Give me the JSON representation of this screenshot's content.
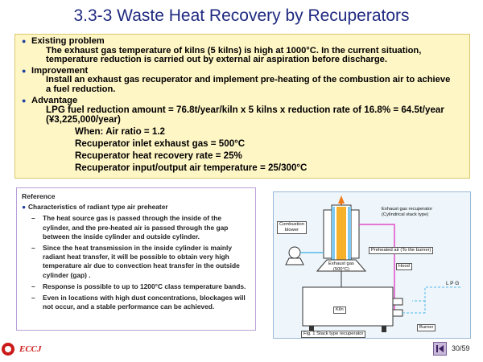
{
  "title": "3.3-3  Waste Heat Recovery by Recuperators",
  "sections": {
    "existing": {
      "heading": "Existing problem",
      "line1": "The exhaust gas temperature of kilns (5 kilns) is high at 1000°C. In the current situation,",
      "line2": "temperature reduction is carried out by external air aspiration before discharge."
    },
    "improvement": {
      "heading": "Improvement",
      "line1": "Install an exhaust gas recuperator and implement pre-heating of the combustion air to achieve",
      "line2": "a fuel reduction."
    },
    "advantage": {
      "heading": "Advantage",
      "line1": "LPG fuel reduction amount = 76.8t/year/kiln x 5 kilns x reduction rate of 16.8% = 64.5t/year",
      "line2": "(¥3,225,000/year)",
      "cond1": "When: Air ratio = 1.2",
      "cond2": "Recuperator inlet exhaust gas = 500°C",
      "cond3": "Recuperator heat recovery rate = 25%",
      "cond4": "Recuperator input/output air temperature = 25/300°C"
    }
  },
  "reference": {
    "heading": "Reference",
    "bullet": "Characteristics of radiant type air preheater",
    "items": [
      "The heat source gas is passed through the inside of the cylinder, and the pre-heated air is passed through the gap between the inside cylinder and outside cylinder.",
      "Since the heat transmission in the inside cylinder is mainly radiant heat transfer, it will be possible to obtain very high temperature air due to convection heat transfer in the outside cylinder (gap) .",
      "Response is possible to up to 1200°C class temperature bands.",
      "Even in locations with high dust concentrations, blockages will not occur, and a stable performance can be achieved."
    ]
  },
  "diagram": {
    "exhaust_recup": "Exhaust gas recuperator",
    "exhaust_recup2": "(Cylindrical stack type)",
    "combustion": "Combustion",
    "blower": "blower",
    "preheated": "Preheated air (To the burner)",
    "exhaust_gas": "Exhaust gas",
    "exhaust_temp": "(500°C)",
    "hood": "Hood",
    "lpg": "L P G",
    "kiln": "Kiln",
    "burner": "Burner",
    "caption": "Fig. 1 Stack type recuperator"
  },
  "footer": {
    "logo": "ECCJ",
    "page": "30/59"
  },
  "colors": {
    "title": "#1f2a80",
    "box_bg": "#fff6c6",
    "accent_red": "#cc1a1a",
    "pipe": "#e24ec8",
    "pipe_blue": "#56b8e8"
  },
  "icons": [
    "bullet-icon",
    "eccj-logo-icon",
    "first-page-icon"
  ]
}
